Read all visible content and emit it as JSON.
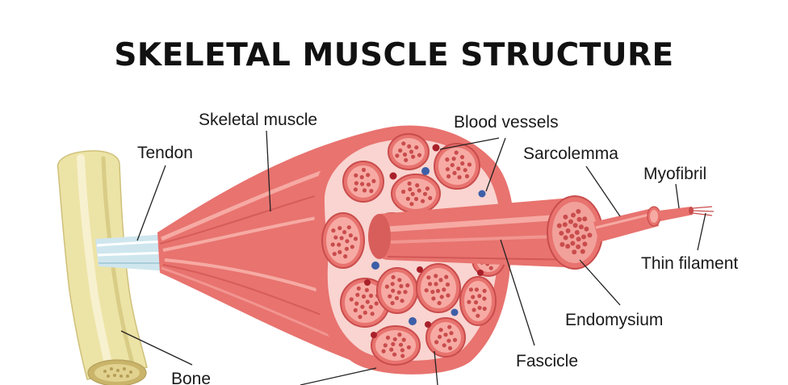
{
  "title": "SKELETAL MUSCLE STRUCTURE",
  "labels": {
    "skeletal_muscle": "Skeletal muscle",
    "tendon": "Tendon",
    "blood_vessels": "Blood vessels",
    "sarcolemma": "Sarcolemma",
    "myofibril": "Myofibril",
    "thin_filament": "Thin filament",
    "endomysium": "Endomysium",
    "fascicle": "Fascicle",
    "bone": "Bone"
  },
  "colors": {
    "muscle": "#e8736f",
    "muscle_light": "#f6aaa3",
    "muscle_dark": "#c94c4c",
    "sheath": "#f9d4d0",
    "bone": "#ece3a6",
    "bone_shade": "#d9cc86",
    "tendon": "#cfe6ee",
    "vessel_blue": "#3d5fa8",
    "vessel_red": "#a8202a"
  }
}
